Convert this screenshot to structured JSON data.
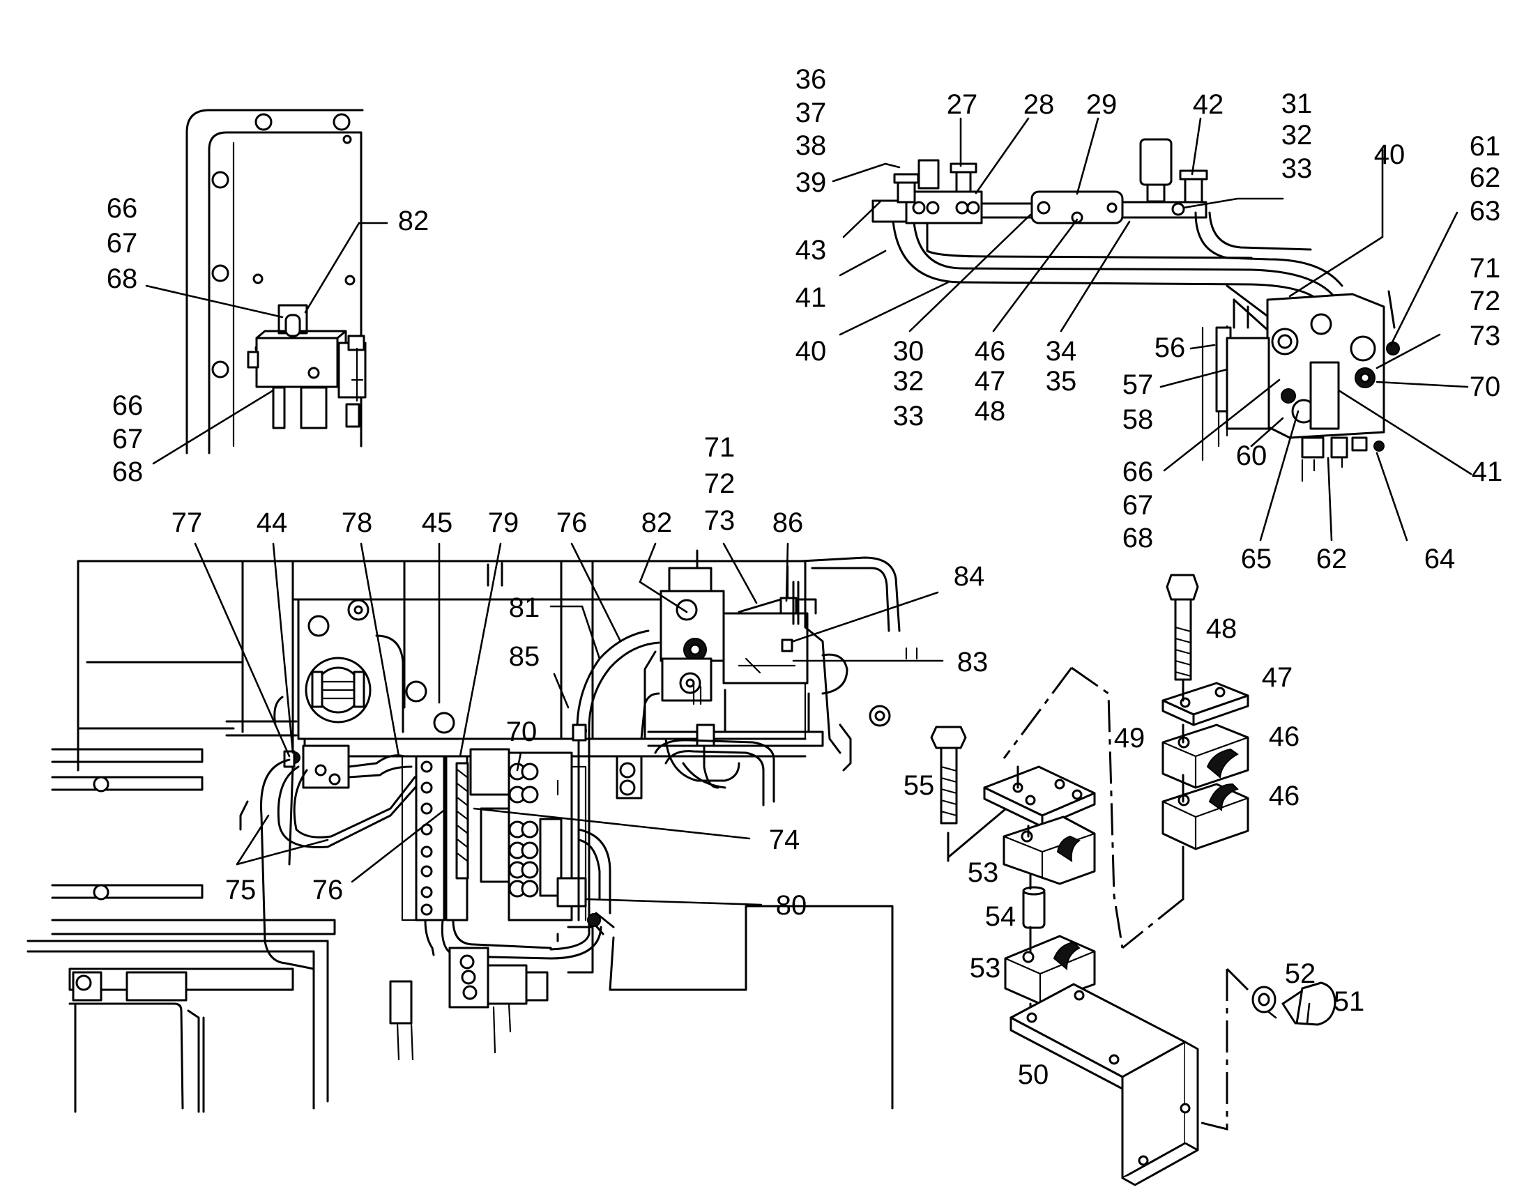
{
  "callouts": [
    {
      "id": "c1",
      "text": "66"
    },
    {
      "id": "c2",
      "text": "67"
    },
    {
      "id": "c3",
      "text": "68"
    },
    {
      "id": "c4",
      "text": "82"
    },
    {
      "id": "c5",
      "text": "66"
    },
    {
      "id": "c6",
      "text": "67"
    },
    {
      "id": "c7",
      "text": "68"
    },
    {
      "id": "c8",
      "text": "36"
    },
    {
      "id": "c9",
      "text": "37"
    },
    {
      "id": "c10",
      "text": "38"
    },
    {
      "id": "c11",
      "text": "39"
    },
    {
      "id": "c12",
      "text": "27"
    },
    {
      "id": "c13",
      "text": "28"
    },
    {
      "id": "c14",
      "text": "29"
    },
    {
      "id": "c15",
      "text": "42"
    },
    {
      "id": "c16",
      "text": "31"
    },
    {
      "id": "c17",
      "text": "32"
    },
    {
      "id": "c18",
      "text": "33"
    },
    {
      "id": "c19",
      "text": "40"
    },
    {
      "id": "c20",
      "text": "61"
    },
    {
      "id": "c21",
      "text": "62"
    },
    {
      "id": "c22",
      "text": "63"
    },
    {
      "id": "c23",
      "text": "71"
    },
    {
      "id": "c24",
      "text": "72"
    },
    {
      "id": "c25",
      "text": "73"
    },
    {
      "id": "c26",
      "text": "70"
    },
    {
      "id": "c27",
      "text": "43"
    },
    {
      "id": "c28",
      "text": "41"
    },
    {
      "id": "c29",
      "text": "40"
    },
    {
      "id": "c30",
      "text": "30"
    },
    {
      "id": "c31",
      "text": "32"
    },
    {
      "id": "c32",
      "text": "33"
    },
    {
      "id": "c33",
      "text": "46"
    },
    {
      "id": "c34",
      "text": "47"
    },
    {
      "id": "c35",
      "text": "48"
    },
    {
      "id": "c36",
      "text": "34"
    },
    {
      "id": "c37",
      "text": "35"
    },
    {
      "id": "c38",
      "text": "56"
    },
    {
      "id": "c39",
      "text": "57"
    },
    {
      "id": "c40",
      "text": "58"
    },
    {
      "id": "c41",
      "text": "60"
    },
    {
      "id": "c42",
      "text": "66"
    },
    {
      "id": "c43",
      "text": "67"
    },
    {
      "id": "c44",
      "text": "68"
    },
    {
      "id": "c45",
      "text": "65"
    },
    {
      "id": "c46",
      "text": "62"
    },
    {
      "id": "c47",
      "text": "64"
    },
    {
      "id": "c48",
      "text": "41"
    },
    {
      "id": "c49",
      "text": "71"
    },
    {
      "id": "c50",
      "text": "72"
    },
    {
      "id": "c51",
      "text": "73"
    },
    {
      "id": "c52",
      "text": "77"
    },
    {
      "id": "c53",
      "text": "44"
    },
    {
      "id": "c54",
      "text": "78"
    },
    {
      "id": "c55",
      "text": "45"
    },
    {
      "id": "c56",
      "text": "79"
    },
    {
      "id": "c57",
      "text": "76"
    },
    {
      "id": "c58",
      "text": "82"
    },
    {
      "id": "c59",
      "text": "86"
    },
    {
      "id": "c60",
      "text": "84"
    },
    {
      "id": "c61",
      "text": "81"
    },
    {
      "id": "c62",
      "text": "85"
    },
    {
      "id": "c63",
      "text": "83"
    },
    {
      "id": "c64",
      "text": "70"
    },
    {
      "id": "c65",
      "text": "74"
    },
    {
      "id": "c66",
      "text": "75"
    },
    {
      "id": "c67",
      "text": "76"
    },
    {
      "id": "c68",
      "text": "80"
    },
    {
      "id": "c69",
      "text": "48"
    },
    {
      "id": "c70",
      "text": "47"
    },
    {
      "id": "c71",
      "text": "46"
    },
    {
      "id": "c72",
      "text": "46"
    },
    {
      "id": "c73",
      "text": "49"
    },
    {
      "id": "c74",
      "text": "55"
    },
    {
      "id": "c75",
      "text": "53"
    },
    {
      "id": "c76",
      "text": "54"
    },
    {
      "id": "c77",
      "text": "53"
    },
    {
      "id": "c78",
      "text": "52"
    },
    {
      "id": "c79",
      "text": "51"
    },
    {
      "id": "c80",
      "text": "50"
    }
  ]
}
